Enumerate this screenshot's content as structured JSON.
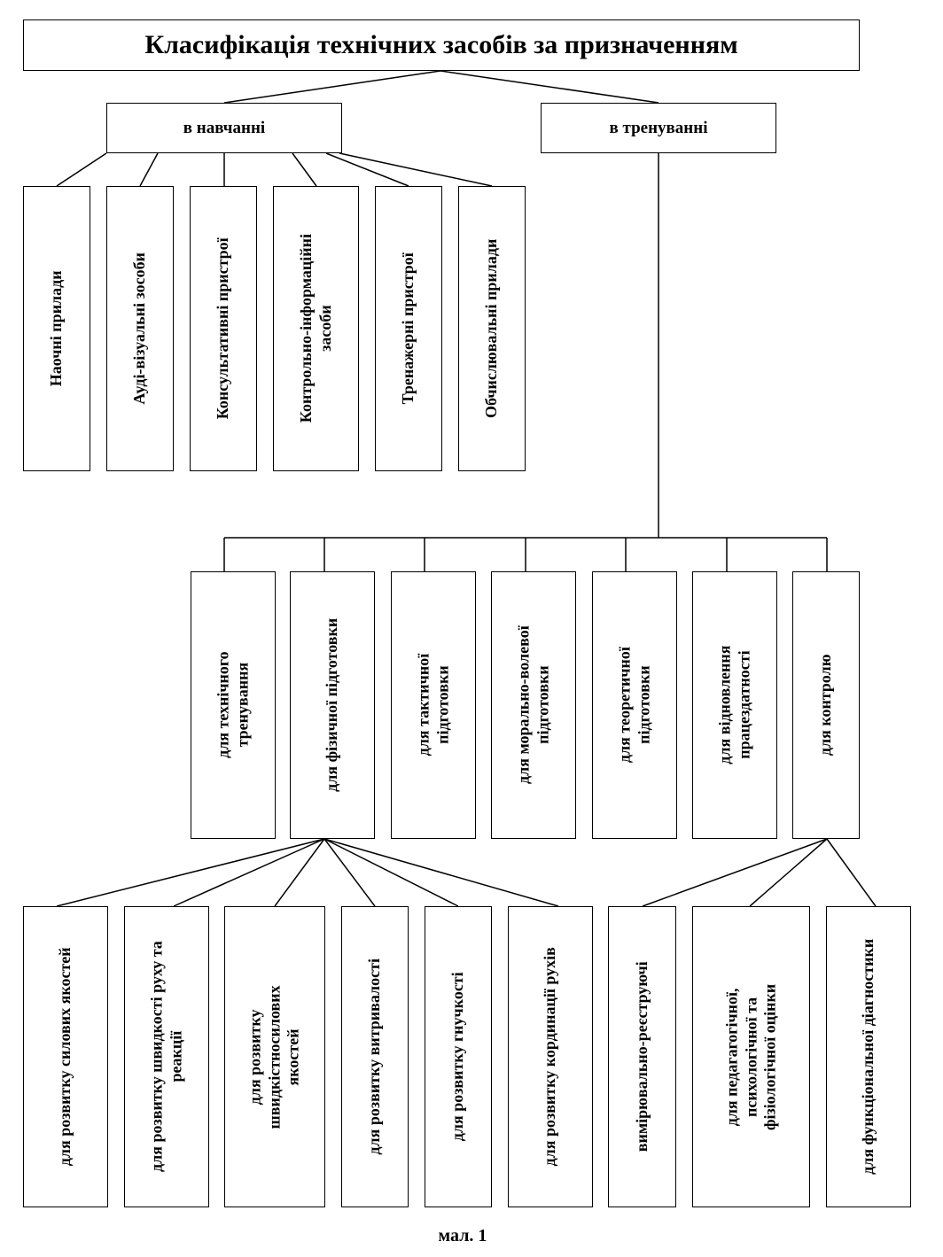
{
  "title": "Класифікація технічних засобів за призначенням",
  "branches": {
    "learning": "в навчанні",
    "training": "в тренуванні"
  },
  "learning_items": [
    "Наочні прилади",
    "Ауді-візуальні зособи",
    "Консультативні пристрої",
    "Контрольно-інформаційні засоби",
    "Тренажерні пристрої",
    "Обчислювальні прилади"
  ],
  "training_items": [
    "для технічного тренування",
    "для фізичної підготовки",
    "для тактичної підготовки",
    "для морально-волевої підготовки",
    "для теоретичної підготовки",
    "для відновлення працездатності",
    "для контролю"
  ],
  "physical_items": [
    "для розвитку силових якостей",
    "для розвитку швидкості руху та реакції",
    "для розвитку швидкістносилових якостей",
    "для розвитку витривалості",
    "для розвитку гнучкості",
    "для розвитку кординації рухів"
  ],
  "control_items": [
    "вимірювально-реєструючі",
    "для педагагогічної, психологічної та фізіологічної оцінки",
    "для функціональної діагностики"
  ],
  "caption": "мал. 1"
}
